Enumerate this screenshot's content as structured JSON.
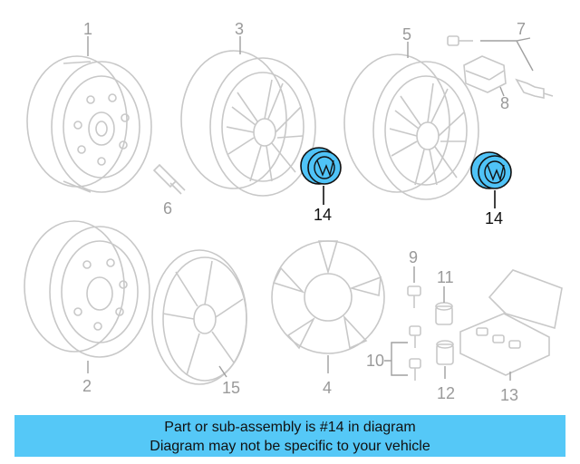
{
  "labels": {
    "p1": "1",
    "p2": "2",
    "p3": "3",
    "p4": "4",
    "p5": "5",
    "p6": "6",
    "p7": "7",
    "p8": "8",
    "p9": "9",
    "p10": "10",
    "p11": "11",
    "p12": "12",
    "p13": "13",
    "p14a": "14",
    "p14b": "14",
    "p15": "15"
  },
  "banner": {
    "line1": "Part or sub-assembly is #14 in diagram",
    "line2": "Diagram may not be specific to your vehicle"
  },
  "colors": {
    "highlight": "#4fc3f7",
    "banner": "#55c8f7",
    "line": "#c8c8c8"
  }
}
